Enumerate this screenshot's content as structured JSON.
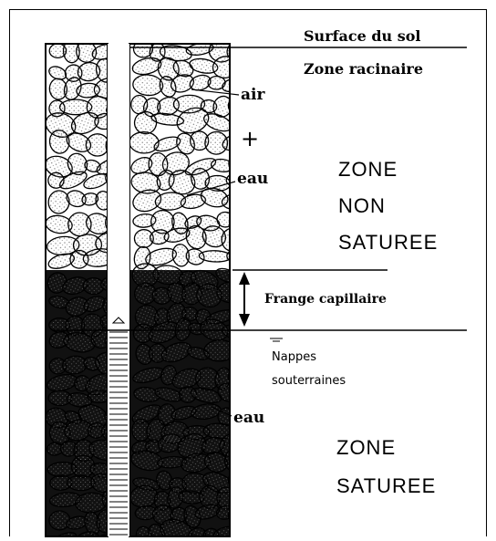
{
  "labels": {
    "surface": "Surface du sol",
    "root_zone": "Zone racinaire",
    "air": "air",
    "plus": "+",
    "water_top": "eau",
    "unsat_1": "ZONE",
    "unsat_2": "NON",
    "unsat_3": "SATUREE",
    "capillary_fringe": "Frange capillaire",
    "aquifer_1": "Nappes",
    "aquifer_2": "souterraines",
    "water_bottom": "eau",
    "sat_1": "ZONE",
    "sat_2": "SATUREE"
  }
}
